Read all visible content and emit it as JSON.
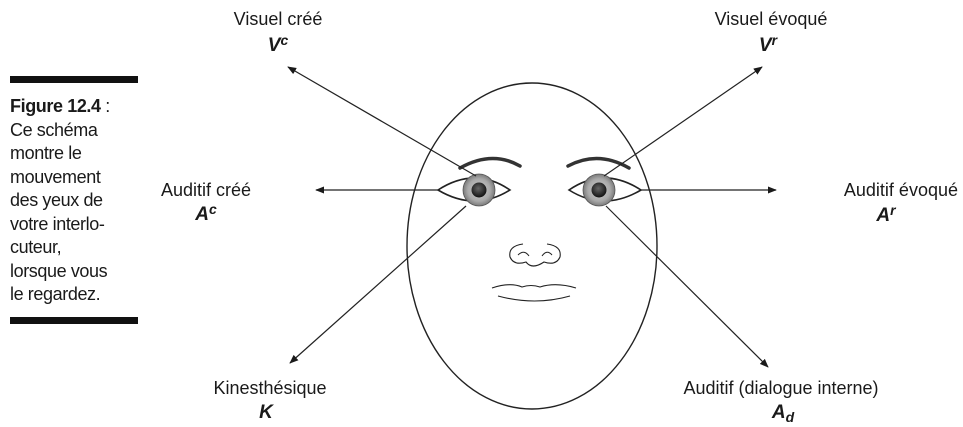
{
  "caption": {
    "figure_label": "Figure 12.4",
    "separator": " :",
    "lines": [
      "Ce schéma",
      "montre le",
      "mouvement",
      "des yeux de",
      "votre interlo-",
      "cuteur,",
      "lorsque vous",
      "le regardez."
    ]
  },
  "directions": {
    "visual_created": {
      "label": "Visuel créé",
      "symbol": "V",
      "superscript": "c"
    },
    "visual_recalled": {
      "label": "Visuel évoqué",
      "symbol": "V",
      "superscript": "r"
    },
    "auditory_created": {
      "label": "Auditif créé",
      "symbol": "A",
      "superscript": "c"
    },
    "auditory_recalled": {
      "label": "Auditif évoqué",
      "symbol": "A",
      "superscript": "r"
    },
    "kinesthetic": {
      "label": "Kinesthésique",
      "symbol": "K"
    },
    "internal_dialogue": {
      "label": "Auditif (dialogue interne)",
      "symbol": "A",
      "subscript": "d"
    }
  }
}
